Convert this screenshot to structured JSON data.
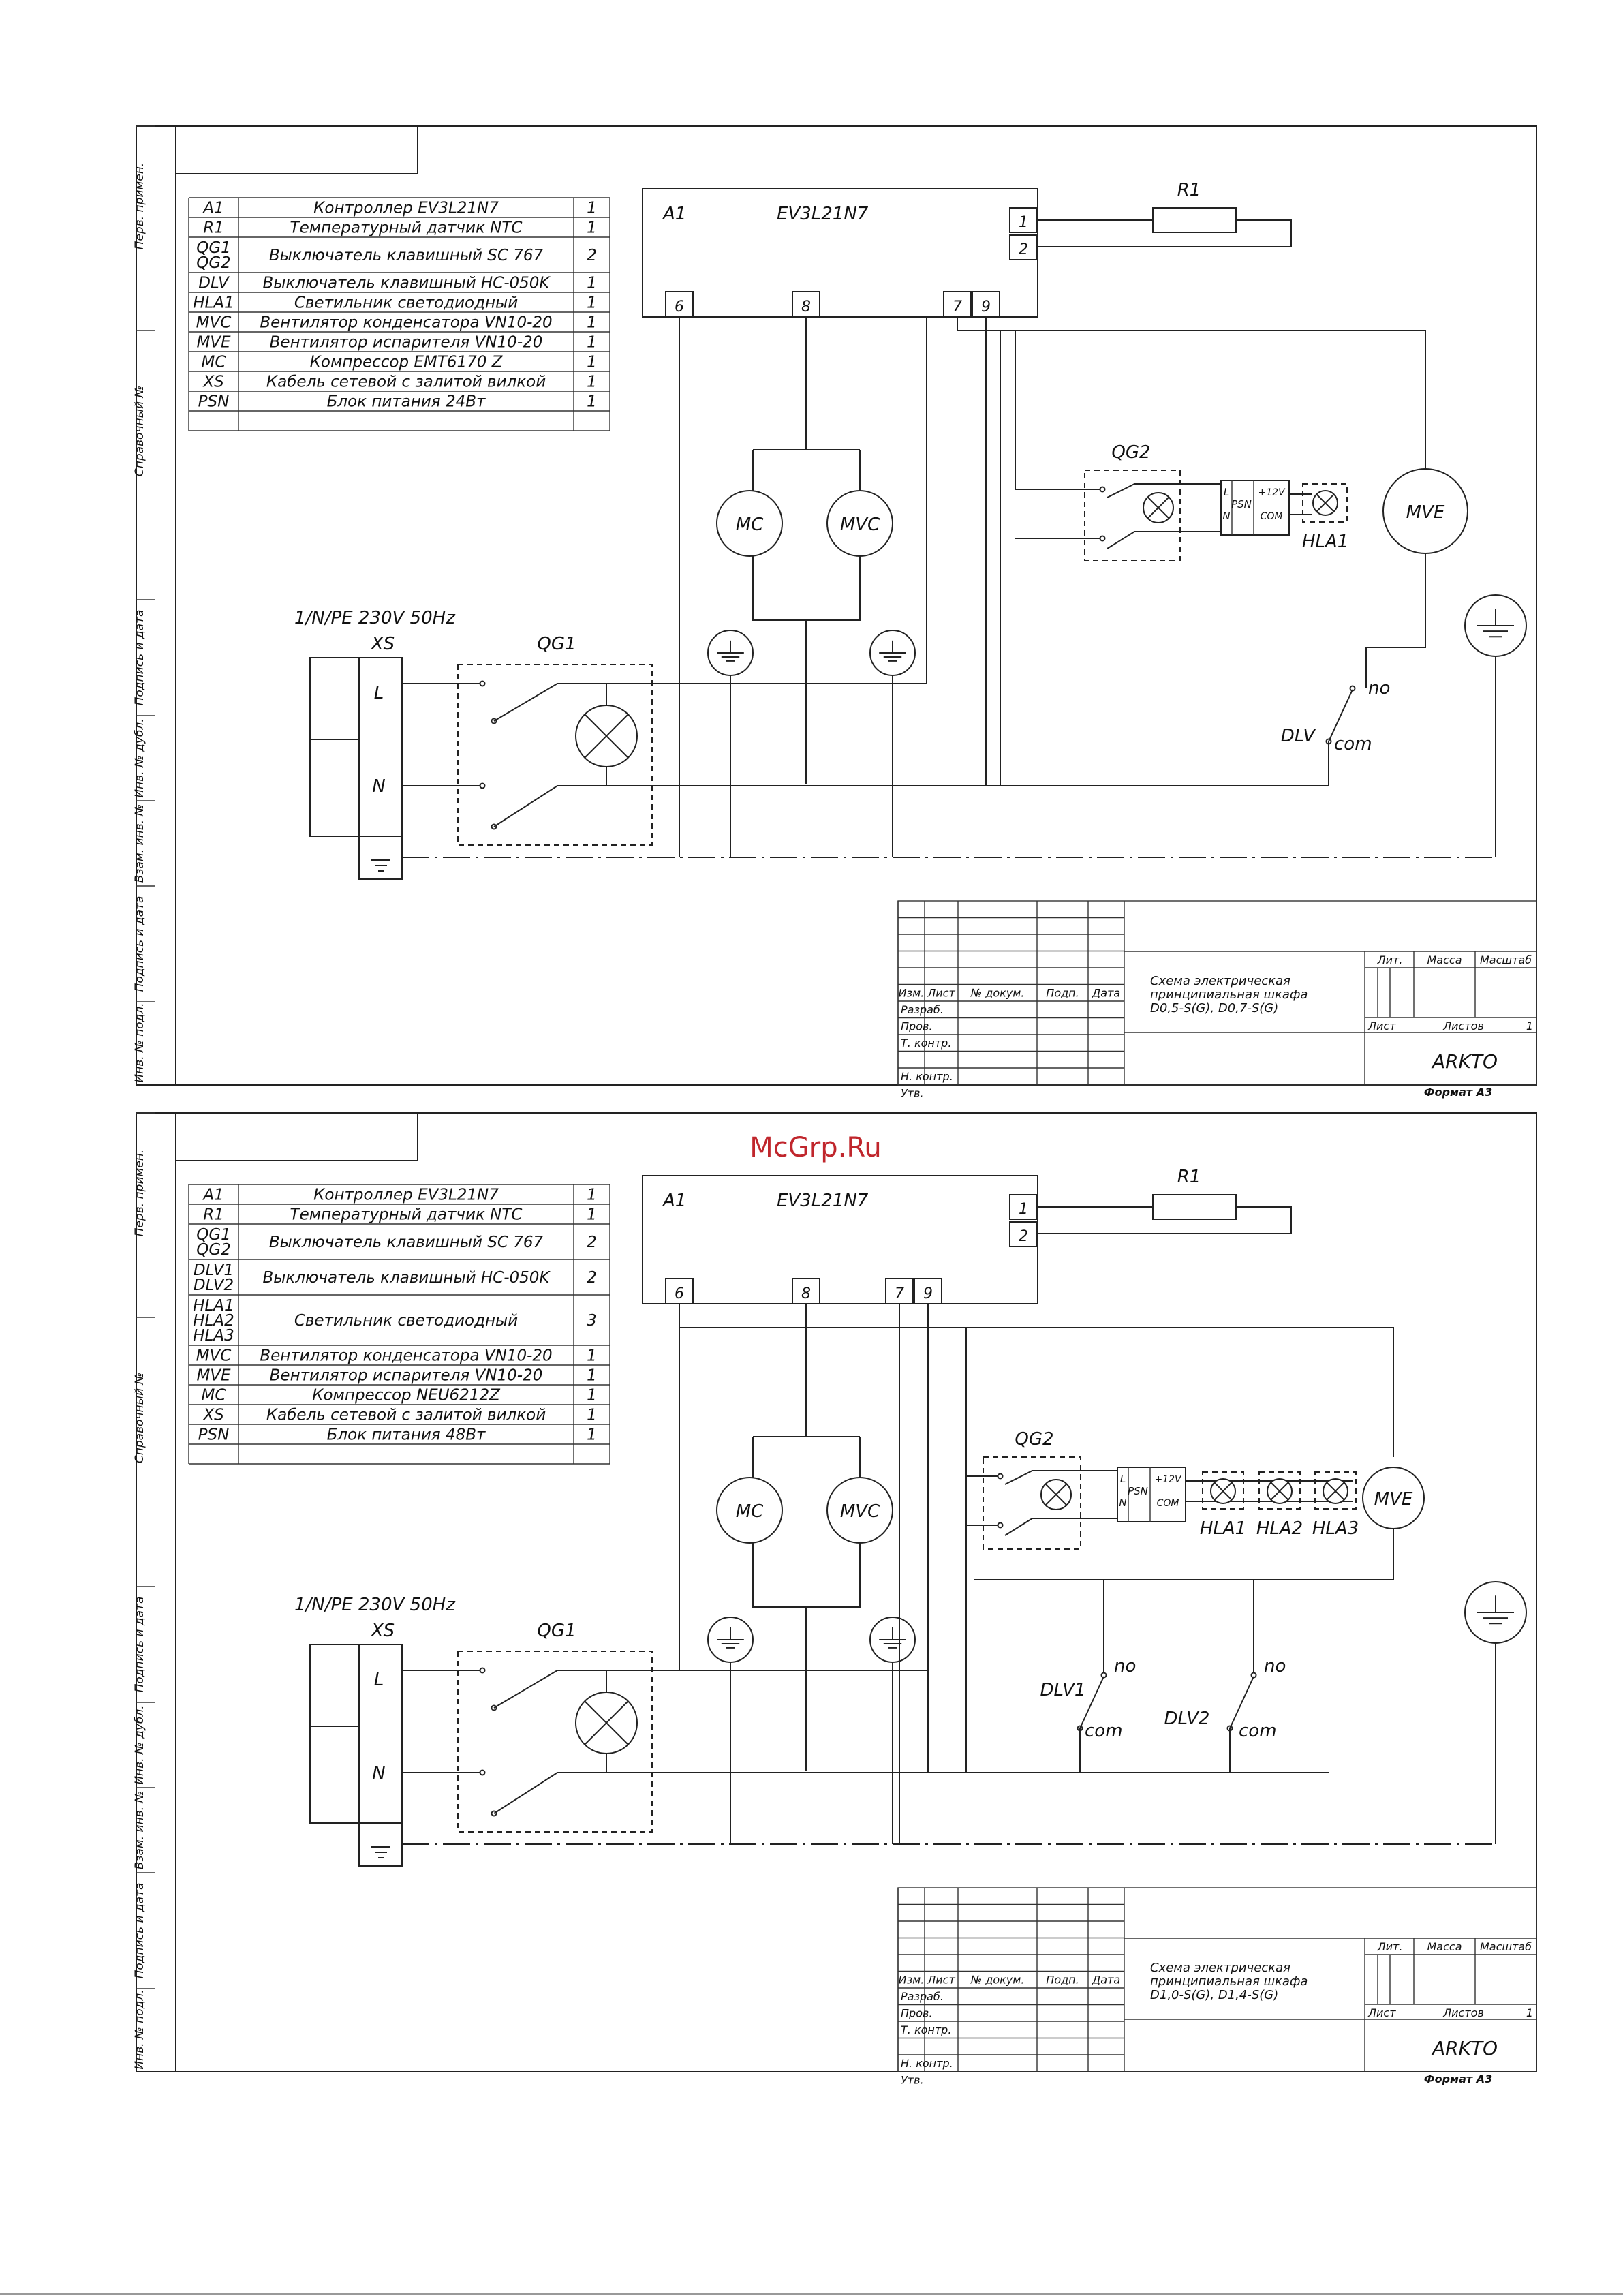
{
  "watermark": "McGrp.Ru",
  "format": "Формат А3",
  "side_labels": [
    "Перв. примен.",
    "Справочный №",
    "Подпись и дата",
    "Инв. № дубл.",
    "Взам. инв. №",
    "Подпись и дата",
    "Инв. № подл."
  ],
  "title_block": {
    "headers": [
      "Изм.",
      "Лист",
      "№ докум.",
      "Подп.",
      "Дата"
    ],
    "rows": [
      "Разраб.",
      "Пров.",
      "Т. контр.",
      "",
      "Н. контр.",
      "Утв."
    ],
    "lit": "Лит.",
    "mass": "Масса",
    "scale": "Масштаб",
    "sheet": "Лист",
    "sheets": "Листов",
    "sheets_count": "1",
    "company": "ARKTO"
  },
  "common": {
    "a1": "A1",
    "controller": "EV3L21N7",
    "r1": "R1",
    "t1": "1",
    "t2": "2",
    "t6": "6",
    "t8": "8",
    "t7": "7",
    "t9": "9",
    "mc": "MC",
    "mvc": "MVC",
    "mve": "MVE",
    "supply": "1/N/PE 230V 50Hz",
    "xs": "XS",
    "qg1": "QG1",
    "qg2": "QG2",
    "L": "L",
    "N": "N",
    "psn": "PSN",
    "p12": "+12V",
    "com_small": "COM",
    "no": "no",
    "com": "com"
  },
  "sheets": [
    {
      "title_lines": [
        "Схема электрическая",
        "принципиальная шкафа",
        "D0,5-S(G), D0,7-S(G)"
      ],
      "spec": [
        {
          "pos": "A1",
          "name": "Контроллер EV3L21N7",
          "qty": "1"
        },
        {
          "pos": "R1",
          "name": "Температурный датчик NTC",
          "qty": "1"
        },
        {
          "pos": "QG1\nQG2",
          "name": "Выключатель клавишный SC 767",
          "qty": "2"
        },
        {
          "pos": "DLV",
          "name": "Выключатель клавишный HC-050K",
          "qty": "1"
        },
        {
          "pos": "HLA1",
          "name": "Светильник светодиодный",
          "qty": "1"
        },
        {
          "pos": "MVC",
          "name": "Вентилятор конденсатора VN10-20",
          "qty": "1"
        },
        {
          "pos": "MVE",
          "name": "Вентилятор испарителя VN10-20",
          "qty": "1"
        },
        {
          "pos": "MC",
          "name": "Компрессор EMT6170 Z",
          "qty": "1"
        },
        {
          "pos": "XS",
          "name": "Кабель сетевой с залитой вилкой",
          "qty": "1"
        },
        {
          "pos": "PSN",
          "name": "Блок питания 24Вт",
          "qty": "1"
        },
        {
          "pos": "",
          "name": "",
          "qty": ""
        }
      ],
      "lamps": [
        "HLA1"
      ],
      "dlv": [
        "DLV"
      ]
    },
    {
      "title_lines": [
        "Схема электрическая",
        "принципиальная шкафа",
        "D1,0-S(G), D1,4-S(G)"
      ],
      "spec": [
        {
          "pos": "A1",
          "name": "Контроллер EV3L21N7",
          "qty": "1"
        },
        {
          "pos": "R1",
          "name": "Температурный датчик NTC",
          "qty": "1"
        },
        {
          "pos": "QG1\nQG2",
          "name": "Выключатель клавишный SC 767",
          "qty": "2"
        },
        {
          "pos": "DLV1\nDLV2",
          "name": "Выключатель клавишный HC-050K",
          "qty": "2"
        },
        {
          "pos": "HLA1\nHLA2\nHLA3",
          "name": "Светильник светодиодный",
          "qty": "3"
        },
        {
          "pos": "MVC",
          "name": "Вентилятор конденсатора VN10-20",
          "qty": "1"
        },
        {
          "pos": "MVE",
          "name": "Вентилятор испарителя VN10-20",
          "qty": "1"
        },
        {
          "pos": "MC",
          "name": "Компрессор NEU6212Z",
          "qty": "1"
        },
        {
          "pos": "XS",
          "name": "Кабель сетевой с залитой вилкой",
          "qty": "1"
        },
        {
          "pos": "PSN",
          "name": "Блок питания 48Вт",
          "qty": "1"
        },
        {
          "pos": "",
          "name": "",
          "qty": ""
        }
      ],
      "lamps": [
        "HLA1",
        "HLA2",
        "HLA3"
      ],
      "dlv": [
        "DLV1",
        "DLV2"
      ]
    }
  ]
}
